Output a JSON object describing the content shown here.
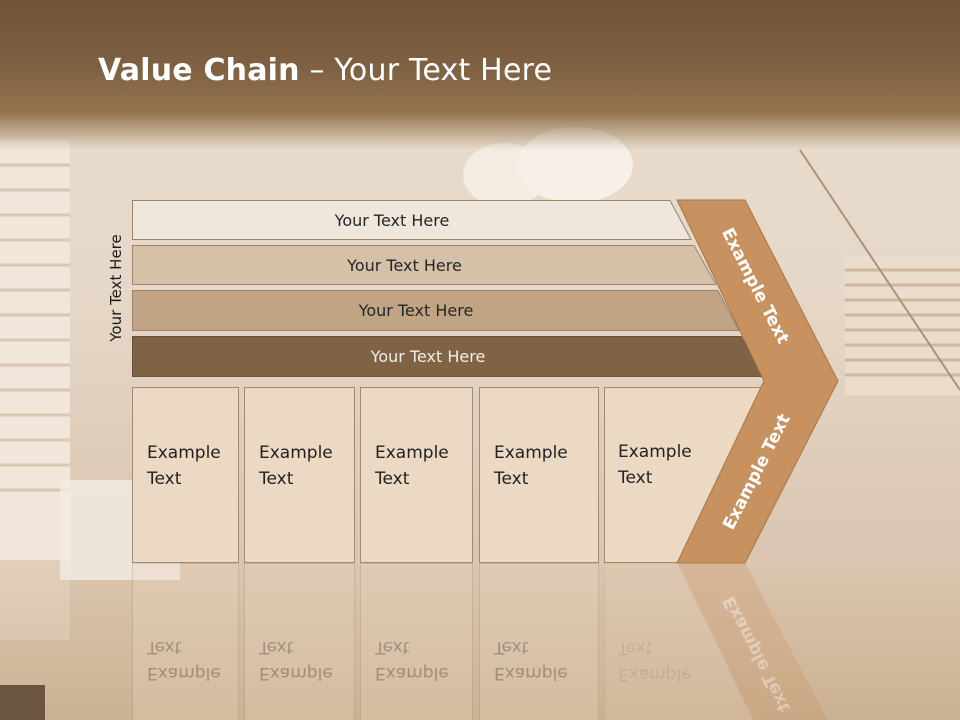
{
  "title": {
    "bold": "Value Chain",
    "rest": " – Your Text Here"
  },
  "side_label": "Your Text Here",
  "rows": [
    {
      "label": "Your Text Here",
      "fill": "#efe6dc"
    },
    {
      "label": "Your Text Here",
      "fill": "#d5c1a8"
    },
    {
      "label": "Your Text Here",
      "fill": "#c0a483"
    },
    {
      "label": "Your Text Here",
      "fill": "#806345"
    }
  ],
  "columns": [
    {
      "line1": "Example",
      "line2": "Text"
    },
    {
      "line1": "Example",
      "line2": "Text"
    },
    {
      "line1": "Example",
      "line2": "Text"
    },
    {
      "line1": "Example",
      "line2": "Text"
    },
    {
      "line1": "Example",
      "line2": "Text"
    }
  ],
  "chevron": {
    "upper": "Example Text",
    "lower": "Example Text",
    "fill": "#c89260"
  },
  "colors": {
    "header": "#7a5e40",
    "cell_fill": "#ecd9c4",
    "cell_border": "#a08a73"
  }
}
